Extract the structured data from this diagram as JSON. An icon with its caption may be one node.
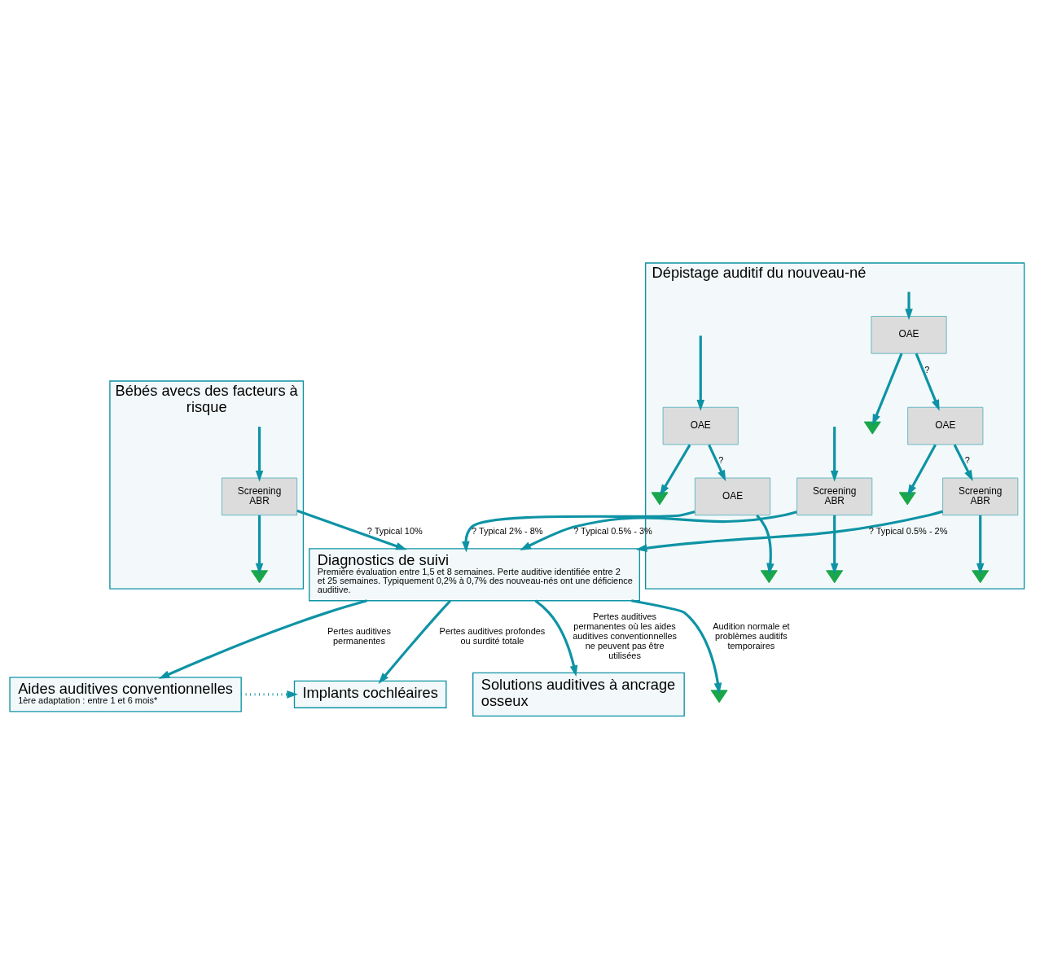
{
  "diagram": {
    "nodes": [
      {
        "text": [
          "Dépistage auditif du nouveau-né"
        ]
      },
      {
        "text": [
          "OAE"
        ],
        "in": 0
      },
      {
        "text": [
          "OAE"
        ],
        "in": 0
      },
      {
        "text": [
          "Screening ABR"
        ],
        "in": 0
      },
      {
        "text": [
          "OAE"
        ],
        "in": 0
      },
      {
        "text": [
          "OAE"
        ],
        "in": 0
      },
      {
        "text": [
          "Screening ABR"
        ],
        "in": 0
      },
      {
        "text": [
          "Bébés avecs des facteurs à risque"
        ]
      },
      {
        "text": [
          "Screening ABR"
        ],
        "in": 7
      },
      {
        "text": [
          "Diagnostics de suivi",
          "Première évaluation entre 1,5 et 8 semaines. Perte auditive identifiée entre 2 et 25 semaines. Typiquement 0,2% à 0,7% des nouveau-nés ont une déficience auditive."
        ]
      },
      {
        "text": [
          "Aides auditives conventionnelles",
          "1ère adaptation : entre 1 et 6 mois*"
        ]
      },
      {
        "text": [
          "Implants cochléaires"
        ]
      },
      {
        "text": [
          "Solutions auditives à ancrage osseux"
        ]
      },
      {
        "text": [],
        "shape": "checkmark",
        "in": 0
      },
      {
        "text": [],
        "shape": "checkmark",
        "in": 0
      },
      {
        "text": [],
        "shape": "checkmark",
        "in": 0
      },
      {
        "text": [],
        "shape": "checkmark",
        "in": 0
      },
      {
        "text": [],
        "shape": "checkmark",
        "in": 0
      },
      {
        "text": [],
        "shape": "checkmark",
        "in": 0
      },
      {
        "text": [],
        "shape": "checkmark",
        "in": 7
      },
      {
        "text": [],
        "shape": "checkmark"
      }
    ],
    "edges": [
      {
        "from": null,
        "to": 1,
        "arrow": "to"
      },
      {
        "from": 1,
        "to": 13,
        "arrow": "to"
      },
      {
        "from": 1,
        "to": 2,
        "arrow": "to",
        "label": "?"
      },
      {
        "from": 2,
        "to": 14,
        "arrow": "to"
      },
      {
        "from": 2,
        "to": 9,
        "arrow": "to",
        "label": "? Typical 2% - 8%"
      },
      {
        "from": null,
        "to": 3,
        "arrow": "to"
      },
      {
        "from": 3,
        "to": 15,
        "arrow": "to"
      },
      {
        "from": 3,
        "to": 9,
        "arrow": "to",
        "label": "? Typical 0.5% - 3%"
      },
      {
        "from": null,
        "to": 4,
        "arrow": "to"
      },
      {
        "from": 4,
        "to": 16,
        "arrow": "to"
      },
      {
        "from": 4,
        "to": 5,
        "arrow": "to",
        "label": "?"
      },
      {
        "from": 5,
        "to": 17,
        "arrow": "to"
      },
      {
        "from": 5,
        "to": 6,
        "arrow": "to",
        "label": "?"
      },
      {
        "from": 6,
        "to": 18,
        "arrow": "to"
      },
      {
        "from": 6,
        "to": 9,
        "arrow": "to",
        "label": "? Typical 0.5% - 2%"
      },
      {
        "from": null,
        "to": 8,
        "arrow": "to"
      },
      {
        "from": 8,
        "to": 19,
        "arrow": "to"
      },
      {
        "from": 8,
        "to": 9,
        "arrow": "to",
        "label": "? Typical 10%"
      },
      {
        "from": 9,
        "to": 20,
        "arrow": "to",
        "label": "Audition normale et problèmes auditifs temporaires"
      },
      {
        "from": 9,
        "to": 10,
        "arrow": "to",
        "label": "Pertes auditives permanentes"
      },
      {
        "from": 9,
        "to": 11,
        "arrow": "to",
        "label": "Pertes auditives profondes ou surdité totale"
      },
      {
        "from": 9,
        "to": 12,
        "arrow": "to",
        "label": "Pertes auditives permanentes où les aides auditives conventionnelles ne peuvent pas être utilisées"
      },
      {
        "from": 10,
        "to": 11,
        "arrow": "to",
        "style": "dashed"
      }
    ]
  }
}
